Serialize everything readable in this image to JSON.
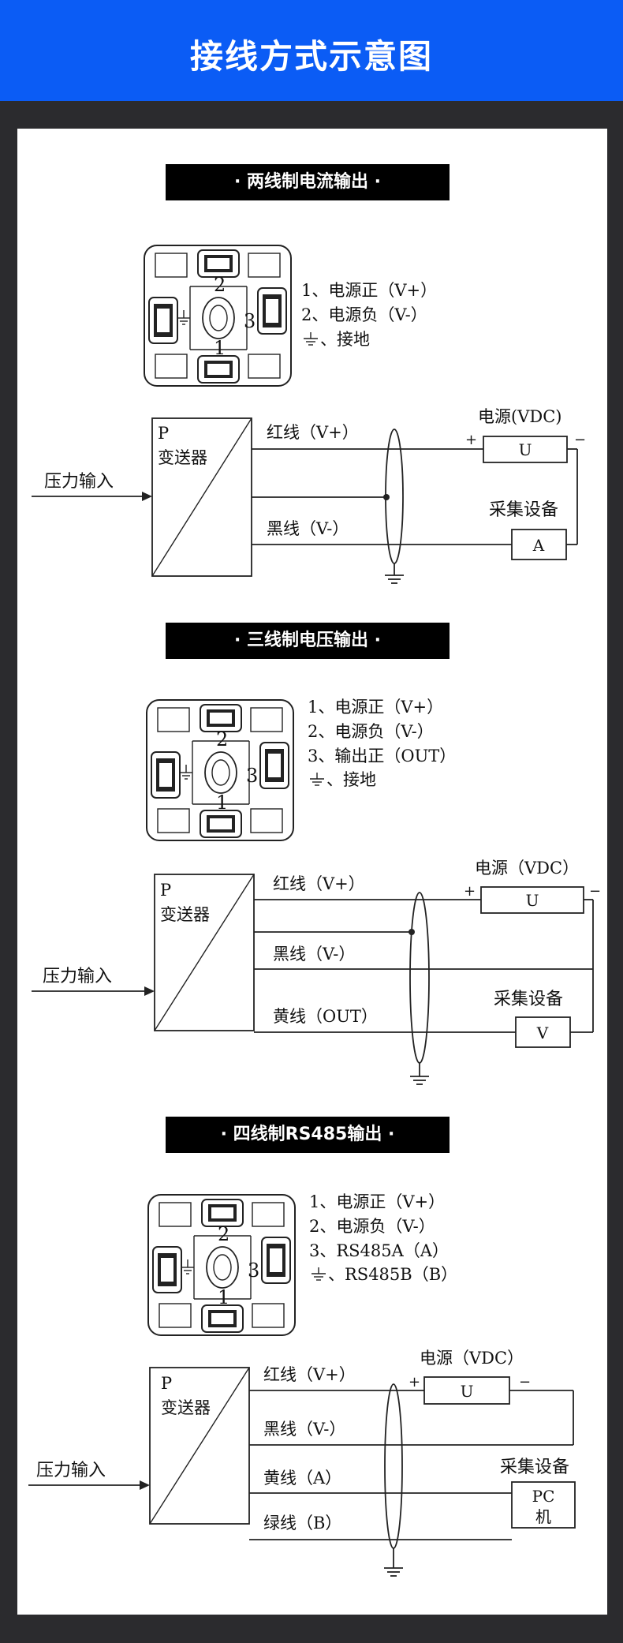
{
  "page_title": "接线方式示意图",
  "sections": [
    {
      "heading": "· 两线制电流输出 ·",
      "legend": [
        "1、电源正（V+）",
        "2、电源负（V-）",
        "、接地"
      ],
      "input_label": "压力输入",
      "transmitter_p": "P",
      "transmitter_name": "变送器",
      "wires": [
        "红线（V+）",
        "黑线（V-）"
      ],
      "power_label": "电源(VDC)",
      "power_plus": "+",
      "power_minus": "−",
      "power_box": "U",
      "device_label": "采集设备",
      "device_box": "A"
    },
    {
      "heading": "· 三线制电压输出 ·",
      "legend": [
        "1、电源正（V+）",
        "2、电源负（V-）",
        "3、输出正（OUT）",
        "、接地"
      ],
      "input_label": "压力输入",
      "transmitter_p": "P",
      "transmitter_name": "变送器",
      "wires": [
        "红线（V+）",
        "黑线（V-）",
        "黄线（OUT）"
      ],
      "power_label": "电源（VDC）",
      "power_plus": "+",
      "power_minus": "−",
      "power_box": "U",
      "device_label": "采集设备",
      "device_box": "V"
    },
    {
      "heading": "· 四线制RS485输出 ·",
      "legend": [
        "1、电源正（V+）",
        "2、电源负（V-）",
        "3、RS485A（A）",
        "、RS485B（B）"
      ],
      "input_label": "压力输入",
      "transmitter_p": "P",
      "transmitter_name": "变送器",
      "wires": [
        "红线（V+）",
        "黑线（V-）",
        "黄线（A）",
        "绿线（B）"
      ],
      "power_label": "电源（VDC）",
      "power_plus": "+",
      "power_minus": "−",
      "power_box": "U",
      "device_label": "采集设备",
      "device_box_line1": "PC",
      "device_box_line2": "机"
    }
  ],
  "terminal_labels": [
    "1",
    "2",
    "3"
  ]
}
